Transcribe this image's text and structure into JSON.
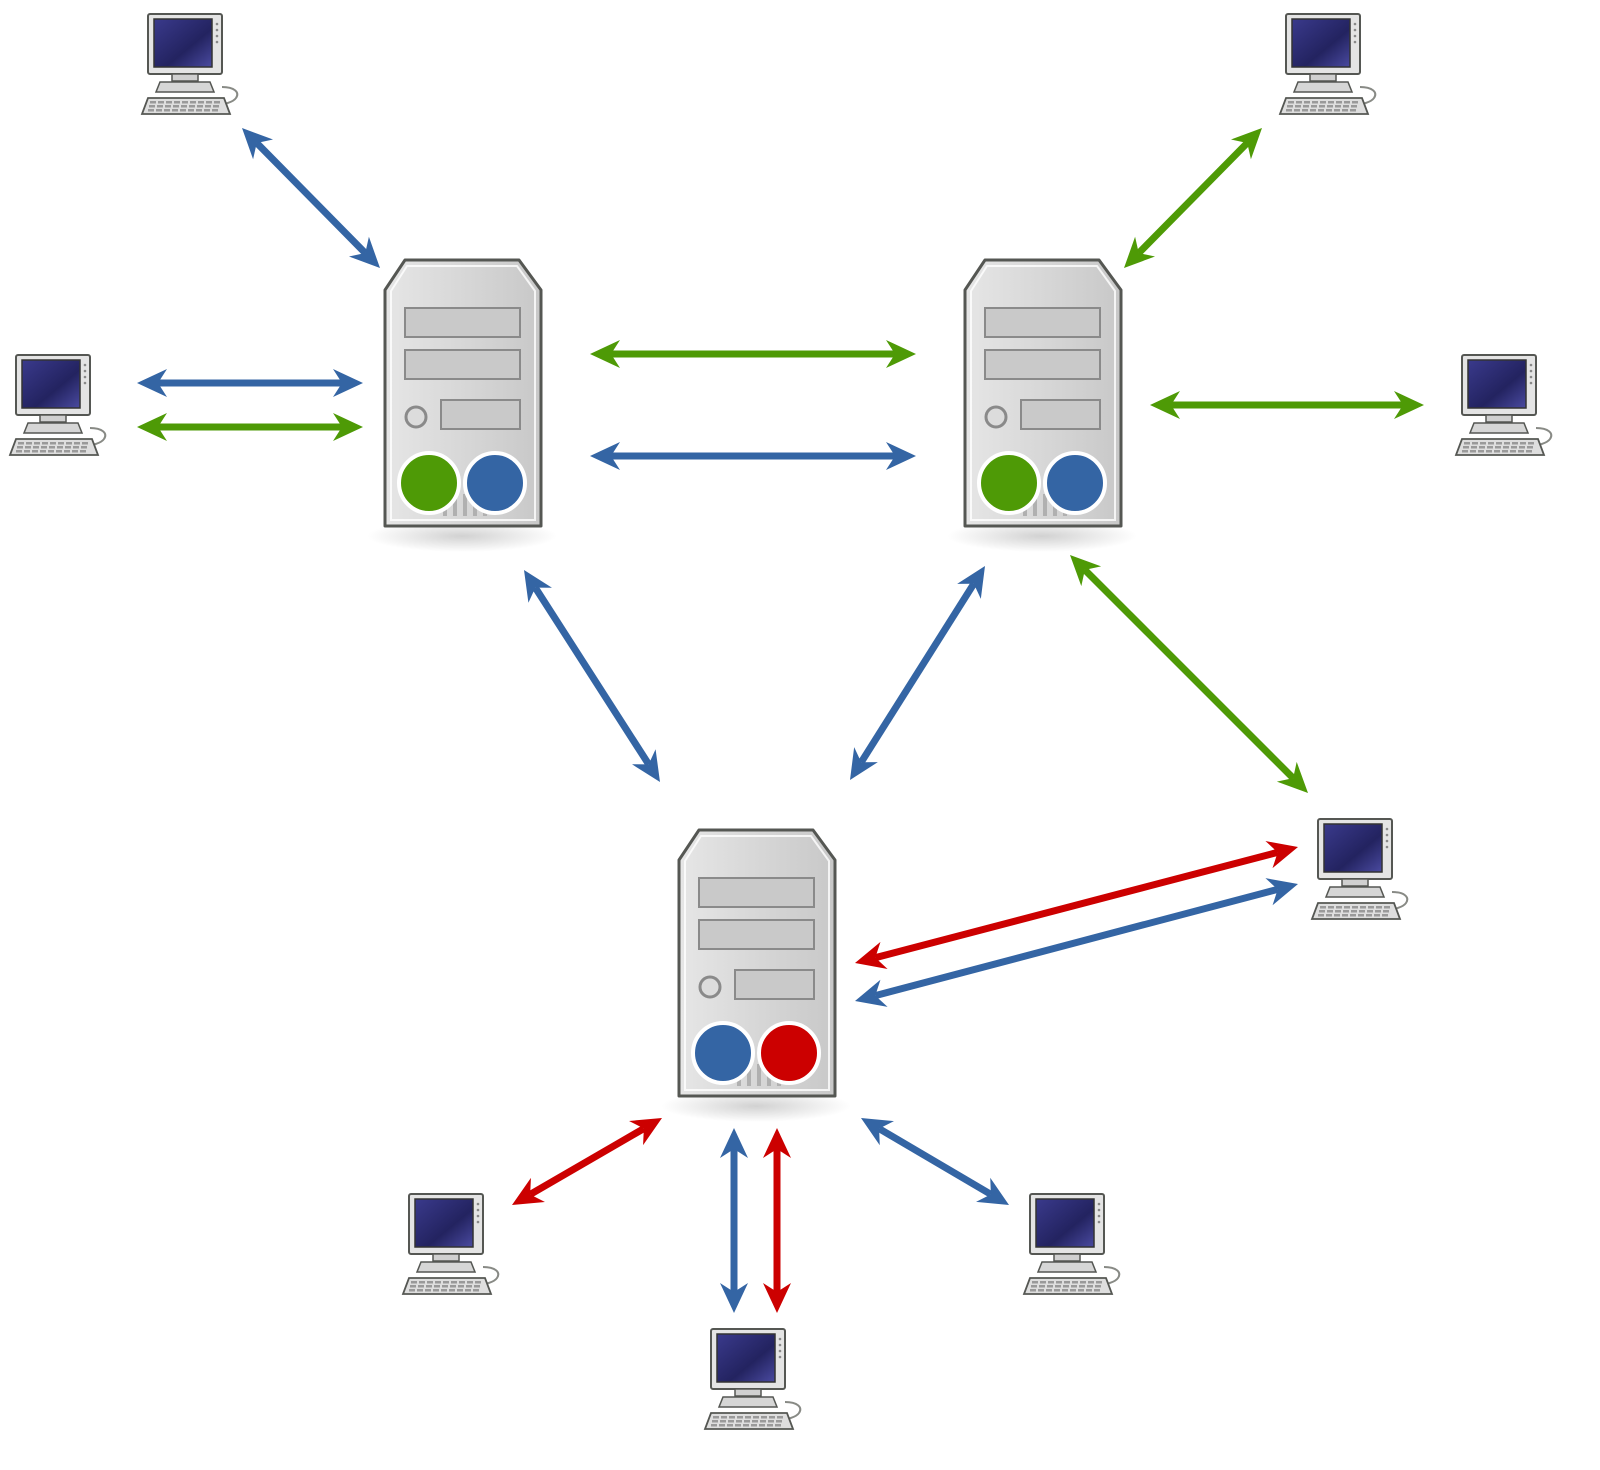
{
  "colors": {
    "green": "#4e9a06",
    "blue": "#3465a4",
    "red": "#cc0000",
    "server_body": "#d3d3d3",
    "server_outline": "#555753",
    "screen": "#2c2c6e",
    "background": "#ffffff"
  },
  "icons": {
    "server": "server-icon",
    "computer": "desktop-computer-icon",
    "arrow": "bidirectional-arrow"
  },
  "nodes": {
    "servers": [
      {
        "id": "server-a",
        "name": "server-left",
        "channels": [
          "green",
          "blue"
        ]
      },
      {
        "id": "server-b",
        "name": "server-right",
        "channels": [
          "green",
          "blue"
        ]
      },
      {
        "id": "server-c",
        "name": "server-bottom",
        "channels": [
          "blue",
          "red"
        ]
      }
    ],
    "clients": [
      {
        "id": "c1",
        "name": "client-top-left"
      },
      {
        "id": "c2",
        "name": "client-left"
      },
      {
        "id": "c3",
        "name": "client-top-right"
      },
      {
        "id": "c4",
        "name": "client-right"
      },
      {
        "id": "c5",
        "name": "client-mid-right"
      },
      {
        "id": "c6",
        "name": "client-bottom-left"
      },
      {
        "id": "c7",
        "name": "client-bottom-center"
      },
      {
        "id": "c8",
        "name": "client-bottom-right"
      }
    ]
  },
  "links": [
    {
      "from": "c1",
      "to": "server-a",
      "color": "blue"
    },
    {
      "from": "c2",
      "to": "server-a",
      "color": "blue"
    },
    {
      "from": "c2",
      "to": "server-a",
      "color": "green"
    },
    {
      "from": "server-a",
      "to": "server-b",
      "color": "green"
    },
    {
      "from": "server-a",
      "to": "server-b",
      "color": "blue"
    },
    {
      "from": "c3",
      "to": "server-b",
      "color": "green"
    },
    {
      "from": "server-b",
      "to": "c4",
      "color": "green"
    },
    {
      "from": "server-a",
      "to": "server-c",
      "color": "blue"
    },
    {
      "from": "server-b",
      "to": "server-c",
      "color": "blue"
    },
    {
      "from": "server-b",
      "to": "c5",
      "color": "green"
    },
    {
      "from": "server-c",
      "to": "c5",
      "color": "red"
    },
    {
      "from": "server-c",
      "to": "c5",
      "color": "blue"
    },
    {
      "from": "server-c",
      "to": "c6",
      "color": "red"
    },
    {
      "from": "server-c",
      "to": "c7",
      "color": "blue"
    },
    {
      "from": "server-c",
      "to": "c7",
      "color": "red"
    },
    {
      "from": "server-c",
      "to": "c8",
      "color": "blue"
    }
  ]
}
